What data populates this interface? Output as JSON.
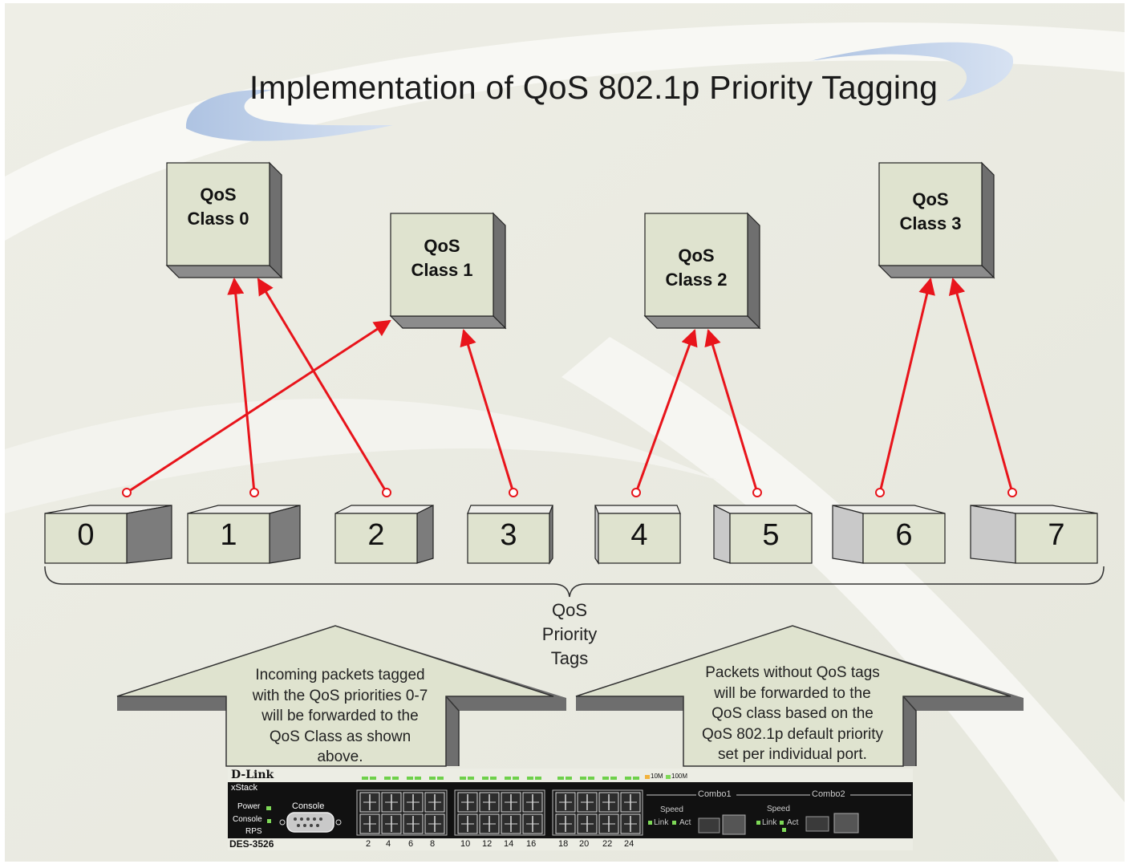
{
  "title": "Implementation of QoS 802.1p Priority Tagging",
  "classes": [
    {
      "line1": "QoS",
      "line2": "Class 0"
    },
    {
      "line1": "QoS",
      "line2": "Class 1"
    },
    {
      "line1": "QoS",
      "line2": "Class 2"
    },
    {
      "line1": "QoS",
      "line2": "Class 3"
    }
  ],
  "tags": [
    "0",
    "1",
    "2",
    "3",
    "4",
    "5",
    "6",
    "7"
  ],
  "mapping": [
    {
      "tag": "0",
      "class": "Class 1"
    },
    {
      "tag": "1",
      "class": "Class 0"
    },
    {
      "tag": "2",
      "class": "Class 0"
    },
    {
      "tag": "3",
      "class": "Class 1"
    },
    {
      "tag": "4",
      "class": "Class 2"
    },
    {
      "tag": "5",
      "class": "Class 2"
    },
    {
      "tag": "6",
      "class": "Class 3"
    },
    {
      "tag": "7",
      "class": "Class 3"
    }
  ],
  "brace_label": {
    "line1": "QoS",
    "line2": "Priority",
    "line3": "Tags"
  },
  "callout_left": [
    "Incoming packets tagged",
    "with the QoS priorities 0-7",
    "will be forwarded to the",
    "QoS Class as shown",
    "above."
  ],
  "callout_right": [
    "Packets without QoS tags",
    "will be forwarded to the",
    "QoS class based on the",
    "QoS 802.1p default priority",
    "set per individual port."
  ],
  "switch": {
    "brand": "D-Link",
    "series": "xStack",
    "model": "DES-3526",
    "power": "Power",
    "console_led": "Console",
    "rps": "RPS",
    "console_port": "Console",
    "port_numbers": [
      "2",
      "4",
      "6",
      "8",
      "10",
      "12",
      "14",
      "16",
      "18",
      "20",
      "22",
      "24"
    ],
    "legend_10m": "10M",
    "legend_100m": "100M",
    "combo1": "Combo1",
    "combo2": "Combo2",
    "speed": "Speed",
    "link": "Link",
    "act": "Act"
  },
  "colors": {
    "box_face": "#dfe3cf",
    "box_shade": "#8a8a8a",
    "arrow": "#e8141b",
    "swoosh": "#b9cbe6"
  }
}
